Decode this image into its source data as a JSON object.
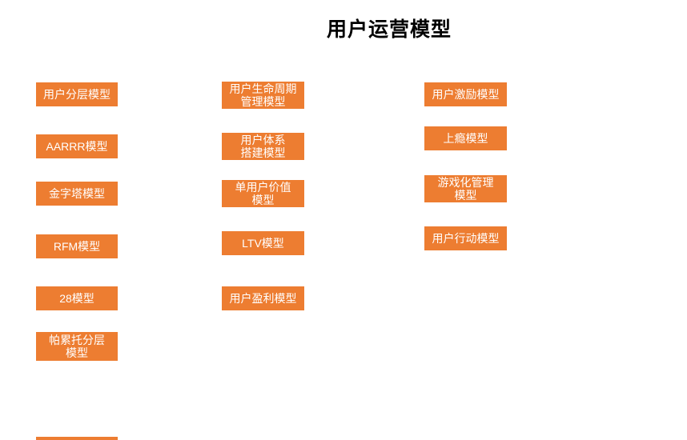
{
  "title": "用户运营模型",
  "colors": {
    "page_background": "#FFFFFF",
    "box_fill": "#ED7D31",
    "box_text": "#FFFFFF",
    "title_text": "#000000"
  },
  "columns": [
    {
      "name": "left-column",
      "items": [
        {
          "label": "用户分层模型"
        },
        {
          "label": "AARRR模型"
        },
        {
          "label": "金字塔模型"
        },
        {
          "label": "RFM模型"
        },
        {
          "label": "28模型"
        },
        {
          "label": "帕累托分层\n模型"
        },
        {
          "label": ""
        }
      ]
    },
    {
      "name": "middle-column",
      "items": [
        {
          "label": "用户生命周期\n管理模型"
        },
        {
          "label": "用户体系\n搭建模型"
        },
        {
          "label": "单用户价值\n模型"
        },
        {
          "label": "LTV模型"
        },
        {
          "label": "用户盈利模型"
        }
      ]
    },
    {
      "name": "right-column",
      "items": [
        {
          "label": "用户激励模型"
        },
        {
          "label": "上瘾模型"
        },
        {
          "label": "游戏化管理\n模型"
        },
        {
          "label": "用户行动模型"
        }
      ]
    }
  ]
}
